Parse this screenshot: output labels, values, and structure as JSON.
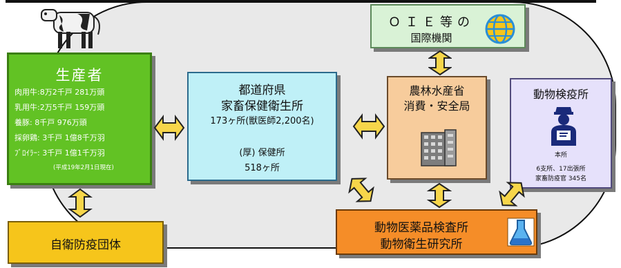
{
  "producer": {
    "title": "生産者",
    "rows": [
      "肉用牛:8万2千戸 281万頭",
      "乳用牛:2万5千戸 159万頭",
      "養豚: 8千戸 976万頭",
      "採卵鶏: 3千戸 1億8千万羽",
      "ﾌﾞﾛｲﾗｰ: 3千戸 1億1千万羽"
    ],
    "note": "(平成19年2月1日現在)"
  },
  "prefecture": {
    "line1": "都道府県",
    "line2": "家畜保健衛生所",
    "line3": "173ヶ所(獣医師2,200名)",
    "line4": "(厚) 保健所",
    "line5": "518ヶ所"
  },
  "ministry": {
    "line1": "農林水産省",
    "line2": "消費・安全局"
  },
  "oie": {
    "line1": "ＯＩＥ等の",
    "line2": "国際機関"
  },
  "quarantine": {
    "line1": "動物検疫所",
    "line2": "本所",
    "line3": "6支所、17出張所",
    "line4": "家畜防疫官 345名"
  },
  "drug_institute": {
    "line1": "動物医薬品検査所",
    "line2": "動物衛生研究所"
  },
  "self_defense": {
    "line1": "自衛防疫団体"
  },
  "colors": {
    "producer": "#62c224",
    "prefecture": "#bff0f7",
    "ministry": "#f7cc9c",
    "oie": "#d9f2d6",
    "quarantine": "#e6e1fb",
    "drug_institute": "#f58d28",
    "self_defense": "#f6c51b",
    "arrow_fill": "#f7d64a",
    "ring": "#e9e9e9"
  },
  "icons": [
    "cow-icon",
    "building-icon",
    "globe-icon",
    "officer-icon",
    "flask-icon",
    "double-arrow-icon"
  ]
}
